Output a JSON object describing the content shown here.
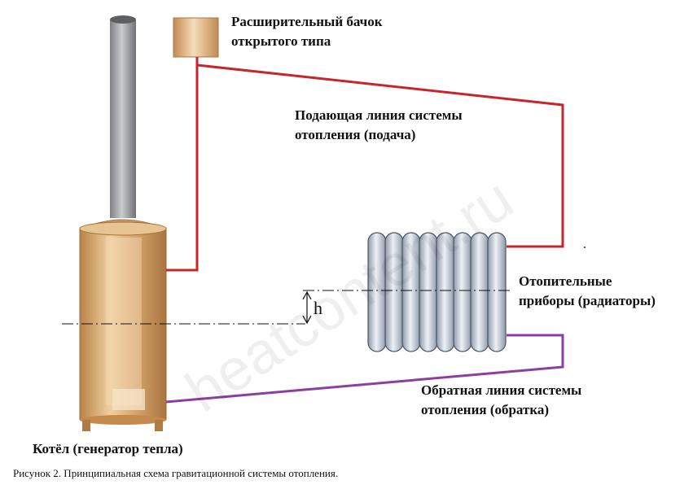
{
  "labels": {
    "expansion_tank": [
      "Расширительный бачок",
      "открытого типа"
    ],
    "supply_line": [
      "Подающая линия системы",
      "отопления (подача)"
    ],
    "radiators": [
      "Отопительные",
      "приборы (радиаторы)"
    ],
    "return_line": [
      "Обратная линия системы",
      "отопления (обратка)"
    ],
    "boiler": "Котёл (генератор тепла)",
    "height": "h"
  },
  "caption": "Рисунок 2. Принципиальная схема гравитационной системы отопления.",
  "watermark": "heatcontent.ru",
  "colors": {
    "supply_pipe": "#c8242c",
    "return_pipe": "#8c3f9e",
    "boiler_body": "#d9a66e",
    "chimney": "#a7a9ac",
    "radiator": "#b9c4d2"
  }
}
